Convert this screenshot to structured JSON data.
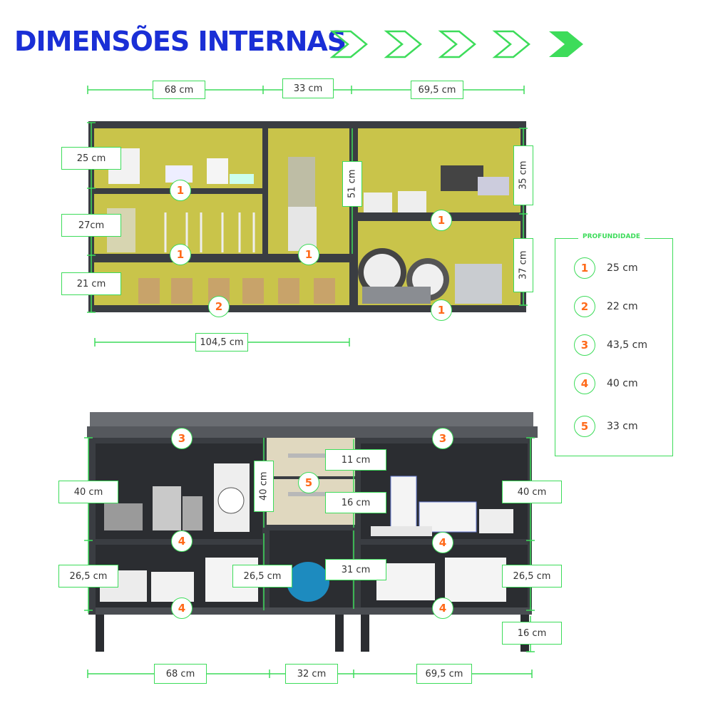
{
  "title": "DIMENSÕES INTERNAS",
  "colors": {
    "title": "#1a2fd6",
    "measure": "#3ddc5a",
    "badge_text": "#ff6a1a",
    "cabinet": "#3a3d42",
    "interior": "#c9c44a",
    "drawer": "#e0d8bf",
    "countertop": "#5a5d62"
  },
  "upper": {
    "widths": [
      "68 cm",
      "33 cm",
      "69,5 cm"
    ],
    "left_heights": [
      "25 cm",
      "27cm",
      "21 cm"
    ],
    "center_height": "51 cm",
    "right_heights": [
      "35 cm",
      "37 cm"
    ],
    "bottom_width": "104,5 cm",
    "badges": [
      "1",
      "1",
      "2",
      "1",
      "1",
      "1"
    ]
  },
  "lower": {
    "left_heights": [
      "40 cm",
      "26,5 cm"
    ],
    "center_height": "40 cm",
    "center_right": [
      "11 cm",
      "16 cm",
      "31 cm"
    ],
    "center_left_low": "26,5 cm",
    "right_heights": [
      "40 cm",
      "26,5 cm"
    ],
    "leg_height": "16 cm",
    "widths": [
      "68 cm",
      "32 cm",
      "69,5 cm"
    ],
    "badges": [
      "3",
      "3",
      "5",
      "4",
      "4",
      "4",
      "4"
    ]
  },
  "legend": {
    "title": "PROFUNDIDADE",
    "items": [
      {
        "num": "1",
        "value": "25 cm"
      },
      {
        "num": "2",
        "value": "22 cm"
      },
      {
        "num": "3",
        "value": "43,5 cm"
      },
      {
        "num": "4",
        "value": "40 cm"
      },
      {
        "num": "5",
        "value": "33 cm"
      }
    ]
  }
}
